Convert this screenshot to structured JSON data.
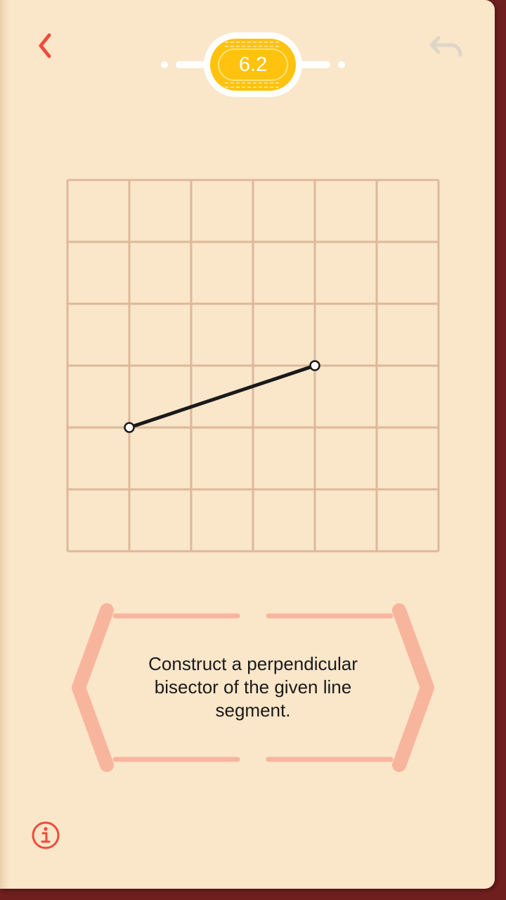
{
  "level": {
    "label": "6.2"
  },
  "instruction": {
    "text": "Construct a perpendicular bisector of the given line segment."
  },
  "board": {
    "grid_cols": 6,
    "grid_rows": 6,
    "segment": {
      "start": {
        "col": 1,
        "row": 4
      },
      "end": {
        "col": 4,
        "row": 3
      }
    }
  },
  "colors": {
    "accent_red": "#ef4b3c",
    "badge_gold": "#ffc20f",
    "grid_line": "#ddb89b",
    "instruction_frame": "#f8b59d",
    "page_bg": "#fae6c9",
    "undo_disabled": "#ddd5c8"
  },
  "icons": {
    "back": "chevron-left-icon",
    "undo": "undo-arrow-icon",
    "info": "info-circle-icon"
  }
}
